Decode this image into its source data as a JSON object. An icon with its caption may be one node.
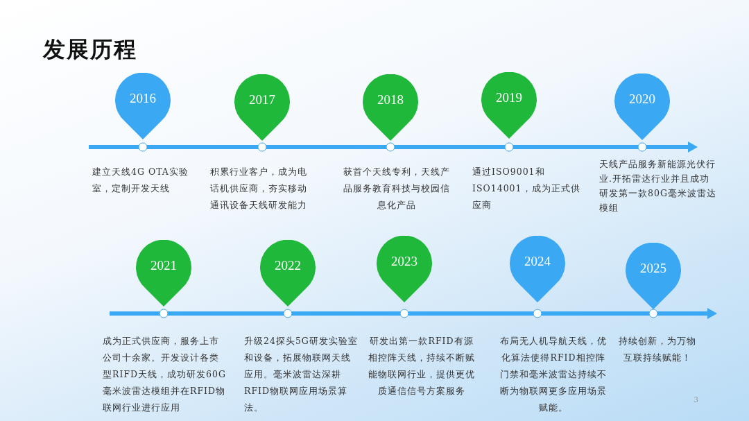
{
  "diagram": {
    "title": "发展历程",
    "nodes": [
      {
        "text": [
          "2016"
        ],
        "beside": [
          "建立天线4G OTA实验室，定制开发天线"
        ]
      },
      {
        "text": [
          "2017"
        ],
        "beside": [
          "积累行业客户，成为电话机供应商，夯实移动通讯设备天线研发能力"
        ]
      },
      {
        "text": [
          "2018"
        ],
        "beside": [
          "获首个天线专利，天线产品服务教育科技与校园信息化产品"
        ]
      },
      {
        "text": [
          "2019"
        ],
        "beside": [
          "通过ISO9001和ISO14001，成为正式供应商"
        ]
      },
      {
        "text": [
          "2020"
        ],
        "beside": [
          "天线产品服务新能源光伏行业.开拓雷达行业并且成功研发第一款80G毫米波雷达模组"
        ]
      },
      {
        "text": [
          "2021"
        ],
        "beside": [
          "成为正式供应商，服务上市公司十余家。开发设计各类型RIFD天线，成功研发60G毫米波雷达模组并在RFID物联网行业进行应用"
        ]
      },
      {
        "text": [
          "2022"
        ],
        "beside": [
          "升级24探头5G研发实验室和设备，拓展物联网天线应用。毫米波雷达深耕RFID物联网应用场景算法。"
        ]
      },
      {
        "text": [
          "2023"
        ],
        "beside": [
          "研发出第一款RFID有源相控阵天线，持续不断赋能物联网行业，提供更优质通信信号方案服务"
        ]
      },
      {
        "text": [
          "2024"
        ],
        "beside": [
          "布局无人机导航天线，优化算法使得RFID相控阵门禁和毫米波雷达持续不断为物联网更多应用场景赋能。"
        ]
      },
      {
        "text": [
          "2025"
        ],
        "beside": [
          "持续创新，为万物互联持续赋能！"
        ]
      }
    ],
    "labels": [
      "3"
    ]
  }
}
